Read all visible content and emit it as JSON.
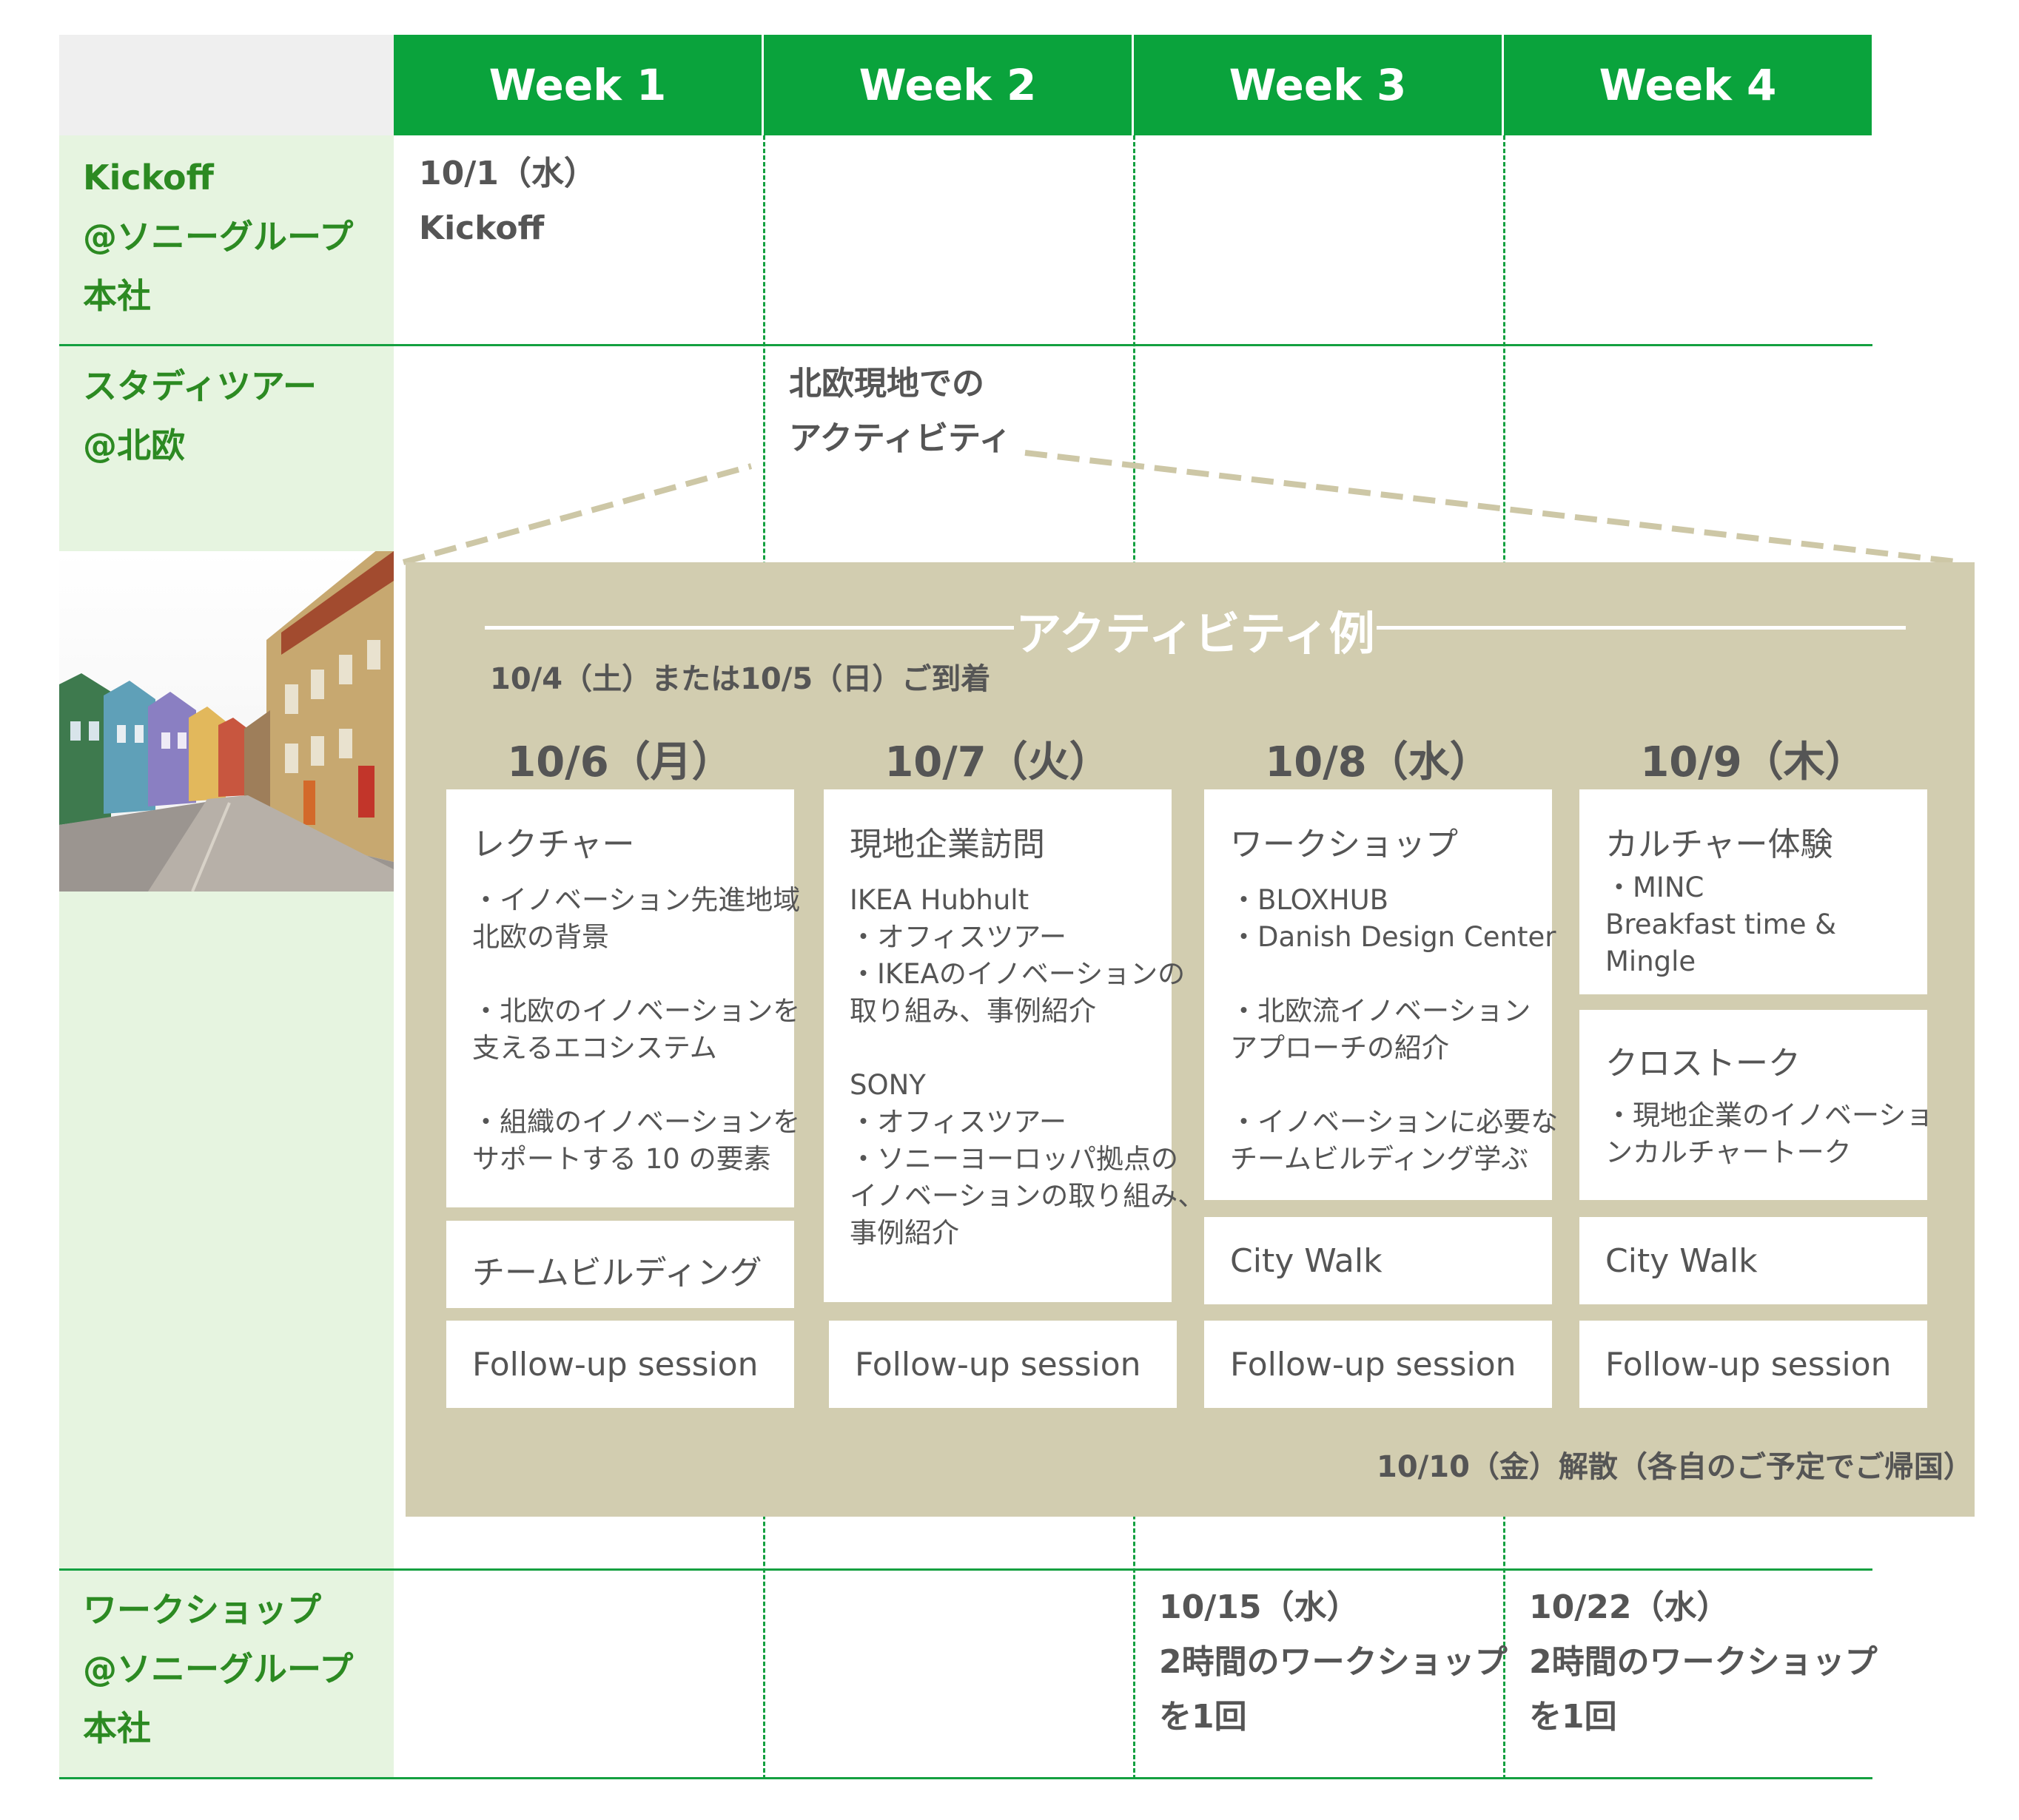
{
  "weeks": [
    "Week 1",
    "Week 2",
    "Week 3",
    "Week 4"
  ],
  "rows": {
    "kickoff": {
      "label": [
        "Kickoff",
        "@ソニーグループ",
        "本社"
      ],
      "week1": [
        "10/1（水）",
        "Kickoff"
      ]
    },
    "tour": {
      "label": [
        "スタディツアー",
        "@北欧"
      ],
      "week2": [
        "北欧現地での",
        "アクティビティ"
      ]
    },
    "workshop": {
      "label": [
        "ワークショップ",
        "@ソニーグループ",
        "本社"
      ],
      "week3": [
        "10/15（水）",
        "2時間のワークショップ",
        "を1回"
      ],
      "week4": [
        "10/22（水）",
        "2時間のワークショップ",
        "を1回"
      ]
    }
  },
  "photo": {
    "alt": "北欧の街並み"
  },
  "activities": {
    "title": "アクティビティ例",
    "arrival": "10/4（土）または10/5（日）ご到着",
    "departure": "10/10（金）解散（各自のご予定でご帰国）",
    "days": [
      {
        "date": "10/6（月）",
        "main": {
          "title": "レクチャー",
          "lines": [
            "・イノベーション先進地域",
            "北欧の背景",
            "",
            "・北欧のイノベーションを",
            "支えるエコシステム",
            "",
            "・組織のイノベーションを",
            "サポートする 10 の要素"
          ]
        },
        "second": "チームビルディング",
        "followup": "Follow-up session"
      },
      {
        "date": "10/7（火）",
        "main": {
          "title": "現地企業訪問",
          "lines": [
            "IKEA Hubhult",
            "・オフィスツアー",
            "・IKEAのイノベーションの",
            "取り組み、事例紹介",
            "",
            "SONY",
            "・オフィスツアー",
            "・ソニーヨーロッパ拠点の",
            "イノベーションの取り組み、",
            "事例紹介"
          ]
        },
        "followup": "Follow-up session"
      },
      {
        "date": "10/8（水）",
        "main": {
          "title": "ワークショップ",
          "lines": [
            "・BLOXHUB",
            "・Danish Design Center",
            "",
            "・北欧流イノベーション",
            "アプローチの紹介",
            "",
            "・イノベーションに必要な",
            "チームビルディング学ぶ"
          ]
        },
        "second": "City Walk",
        "followup": "Follow-up session"
      },
      {
        "date": "10/9（木）",
        "main": {
          "title": "カルチャー体験",
          "lines": [
            "・MINC",
            "Breakfast time &",
            "Mingle"
          ]
        },
        "extra": {
          "title": "クロストーク",
          "lines": [
            "・現地企業のイノベーショ",
            "ンカルチャートーク"
          ]
        },
        "second": "City Walk",
        "followup": "Follow-up session"
      }
    ]
  },
  "colors": {
    "header_green": "#0aa33c",
    "label_green": "#2c8a22",
    "label_bg": "#e6f4e0",
    "panel_beige": "#d2cdb0",
    "text_gray": "#555555"
  }
}
